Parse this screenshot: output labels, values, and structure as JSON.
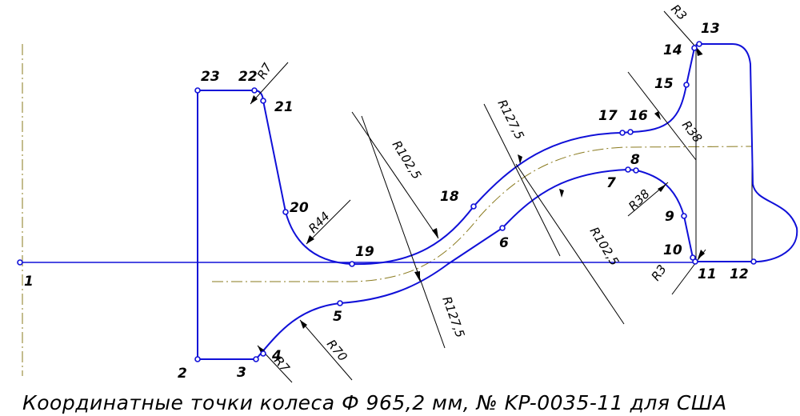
{
  "caption": "Координатные точки колеса Ф 965,2 мм, № KP-0035-11 для США",
  "colors": {
    "profile": "#1010d8",
    "centerline": "#8a7a1e",
    "dimension": "#000000"
  },
  "point_labels": [
    "1",
    "2",
    "3",
    "4",
    "5",
    "6",
    "7",
    "8",
    "9",
    "10",
    "11",
    "12",
    "13",
    "14",
    "15",
    "16",
    "17",
    "18",
    "19",
    "20",
    "21",
    "22",
    "23"
  ],
  "dimension_labels": {
    "r7_top": "R7",
    "r7_bottom": "R7",
    "r44": "R44",
    "r1025_upper": "R102,5",
    "r1275_upper": "R127,5",
    "r1275_lower": "R127,5",
    "r1025_lower": "R102,5",
    "r70": "R70",
    "r3_top": "R3",
    "r38_upper": "R38",
    "r38_lower": "R38",
    "r3_bottom": "R3"
  }
}
